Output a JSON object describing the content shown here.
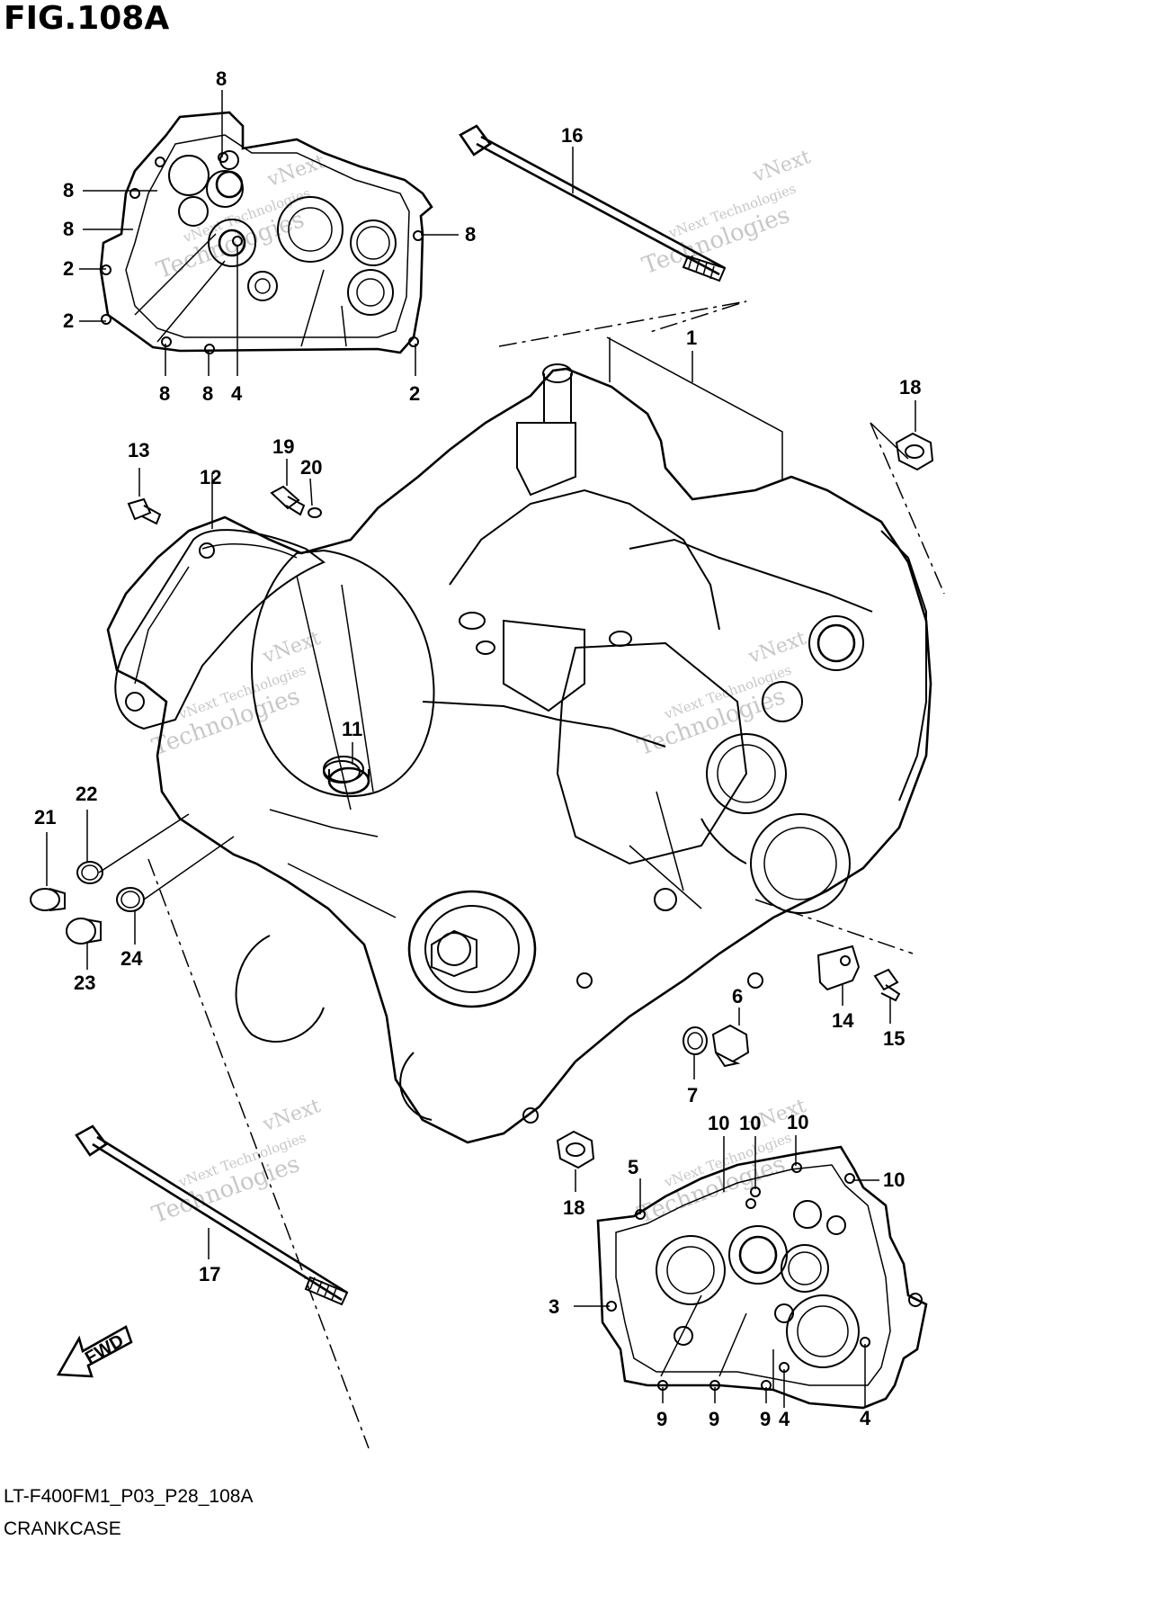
{
  "figure": {
    "title": "FIG.108A",
    "model_code": "LT-F400FM1_P03_P28_108A",
    "section_name": "CRANKCASE",
    "fwd_label": "FWD",
    "watermark": {
      "line1": "vNext",
      "line2": "vNext Technologies",
      "line3": "Technologies"
    }
  },
  "callouts": [
    {
      "id": "c8a",
      "text": "8"
    },
    {
      "id": "c8b",
      "text": "8"
    },
    {
      "id": "c8c",
      "text": "8"
    },
    {
      "id": "c8d",
      "text": "8"
    },
    {
      "id": "c2a",
      "text": "2"
    },
    {
      "id": "c2b",
      "text": "2"
    },
    {
      "id": "c8e",
      "text": "8"
    },
    {
      "id": "c8f",
      "text": "8"
    },
    {
      "id": "c4a",
      "text": "4"
    },
    {
      "id": "c2c",
      "text": "2"
    },
    {
      "id": "c16",
      "text": "16"
    },
    {
      "id": "c1",
      "text": "1"
    },
    {
      "id": "c18a",
      "text": "18"
    },
    {
      "id": "c13",
      "text": "13"
    },
    {
      "id": "c19",
      "text": "19"
    },
    {
      "id": "c20",
      "text": "20"
    },
    {
      "id": "c12",
      "text": "12"
    },
    {
      "id": "c11",
      "text": "11"
    },
    {
      "id": "c21",
      "text": "21"
    },
    {
      "id": "c22",
      "text": "22"
    },
    {
      "id": "c23",
      "text": "23"
    },
    {
      "id": "c24",
      "text": "24"
    },
    {
      "id": "c6",
      "text": "6"
    },
    {
      "id": "c7",
      "text": "7"
    },
    {
      "id": "c14",
      "text": "14"
    },
    {
      "id": "c15",
      "text": "15"
    },
    {
      "id": "c10a",
      "text": "10"
    },
    {
      "id": "c10b",
      "text": "10"
    },
    {
      "id": "c10c",
      "text": "10"
    },
    {
      "id": "c10d",
      "text": "10"
    },
    {
      "id": "c5",
      "text": "5"
    },
    {
      "id": "c18b",
      "text": "18"
    },
    {
      "id": "c17",
      "text": "17"
    },
    {
      "id": "c3",
      "text": "3"
    },
    {
      "id": "c9a",
      "text": "9"
    },
    {
      "id": "c9b",
      "text": "9"
    },
    {
      "id": "c9c",
      "text": "9"
    },
    {
      "id": "c4b",
      "text": "4"
    },
    {
      "id": "c4c",
      "text": "4"
    }
  ]
}
